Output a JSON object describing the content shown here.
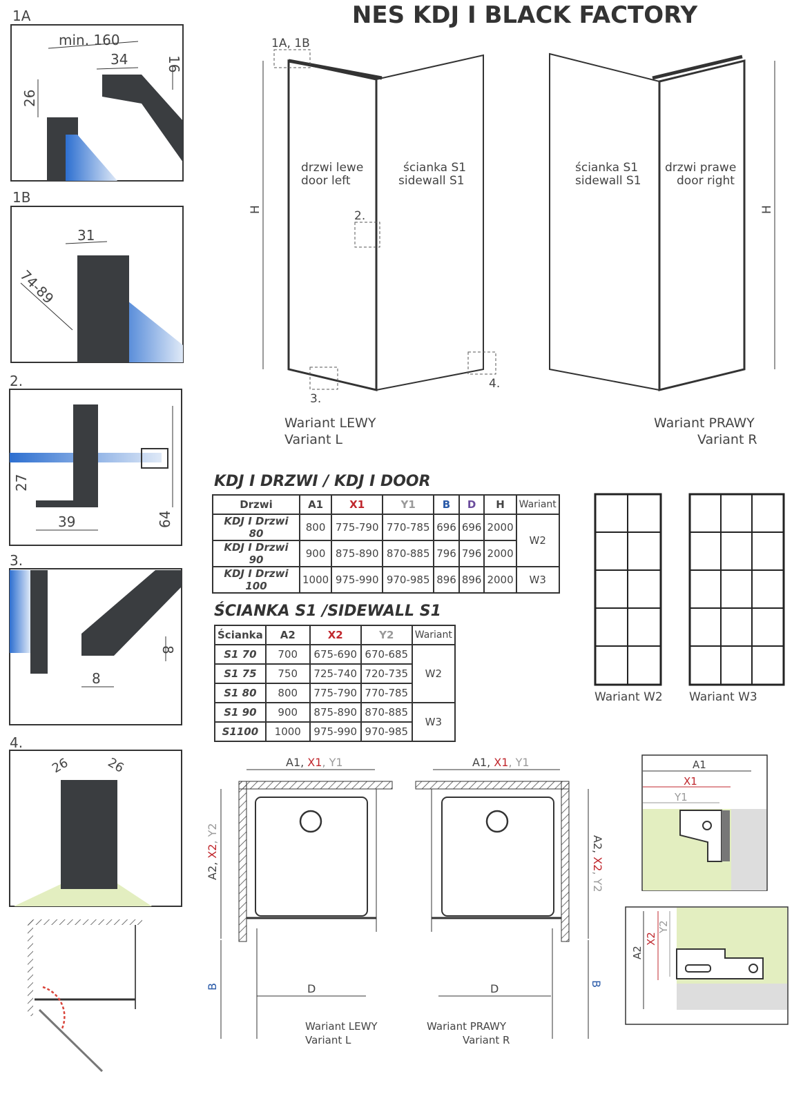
{
  "title": "NES KDJ I BLACK FACTORY",
  "details": {
    "d1a": {
      "label": "1A",
      "dims": [
        "min. 160",
        "34",
        "16",
        "26"
      ]
    },
    "d1b": {
      "label": "1B",
      "dims": [
        "31",
        "74-89"
      ]
    },
    "d2": {
      "label": "2.",
      "dims": [
        "27",
        "39",
        "64"
      ]
    },
    "d3": {
      "label": "3.",
      "dims": [
        "8",
        "8"
      ]
    },
    "d4": {
      "label": "4.",
      "dims": [
        "26",
        "26"
      ]
    }
  },
  "elevation": {
    "left": {
      "marker_top": "1A, 1B",
      "door": [
        "drzwi lewe",
        "door left"
      ],
      "wall": [
        "ścianka S1",
        "sidewall S1"
      ],
      "marker2": "2.",
      "marker3": "3.",
      "marker4": "4.",
      "h": "H",
      "variant": [
        "Wariant LEWY",
        "Variant L"
      ]
    },
    "right": {
      "wall": [
        "ścianka S1",
        "sidewall S1"
      ],
      "door": [
        "drzwi prawe",
        "door right"
      ],
      "h": "H",
      "variant": [
        "Wariant PRAWY",
        "Variant R"
      ]
    }
  },
  "door_table": {
    "title": "KDJ I DRZWI / KDJ I DOOR",
    "headers": [
      "Drzwi",
      "A1",
      "X1",
      "Y1",
      "B",
      "D",
      "H",
      "Wariant"
    ],
    "rows": [
      [
        "KDJ I Drzwi 80",
        "800",
        "775-790",
        "770-785",
        "696",
        "696",
        "2000"
      ],
      [
        "KDJ I Drzwi 90",
        "900",
        "875-890",
        "870-885",
        "796",
        "796",
        "2000"
      ],
      [
        "KDJ I Drzwi 100",
        "1000",
        "975-990",
        "970-985",
        "896",
        "896",
        "2000"
      ]
    ],
    "variants": [
      "W2",
      "W3"
    ]
  },
  "wall_table": {
    "title": "ŚCIANKA S1 /SIDEWALL S1",
    "headers": [
      "Ścianka",
      "A2",
      "X2",
      "Y2",
      "Wariant"
    ],
    "rows": [
      [
        "S1 70",
        "700",
        "675-690",
        "670-685"
      ],
      [
        "S1 75",
        "750",
        "725-740",
        "720-735"
      ],
      [
        "S1 80",
        "800",
        "775-790",
        "770-785"
      ],
      [
        "S1 90",
        "900",
        "875-890",
        "870-885"
      ],
      [
        "S1100",
        "1000",
        "975-990",
        "970-985"
      ]
    ],
    "variants": [
      "W2",
      "W3"
    ]
  },
  "patterns": {
    "w2": "Wariant W2",
    "w3": "Wariant W3"
  },
  "plan": {
    "top_dim": [
      "A1, ",
      "X1",
      ", Y1"
    ],
    "side_dim": [
      "A2, ",
      "X2",
      ", Y2"
    ],
    "b": "B",
    "d": "D",
    "left_variant": [
      "Wariant LEWY",
      "Variant L"
    ],
    "right_variant": [
      "Wariant PRAWY",
      "Variant R"
    ]
  },
  "detail_top_right": [
    "A1",
    "X1",
    "Y1"
  ],
  "detail_bottom_right": [
    "A2",
    "X2",
    "Y2"
  ],
  "colors": {
    "red": "#c0272d",
    "gray": "#999999",
    "blue": "#2a5aa8",
    "green": "#e3eec0",
    "frame": "#3a3d40",
    "glass": "#5b8fd6"
  }
}
